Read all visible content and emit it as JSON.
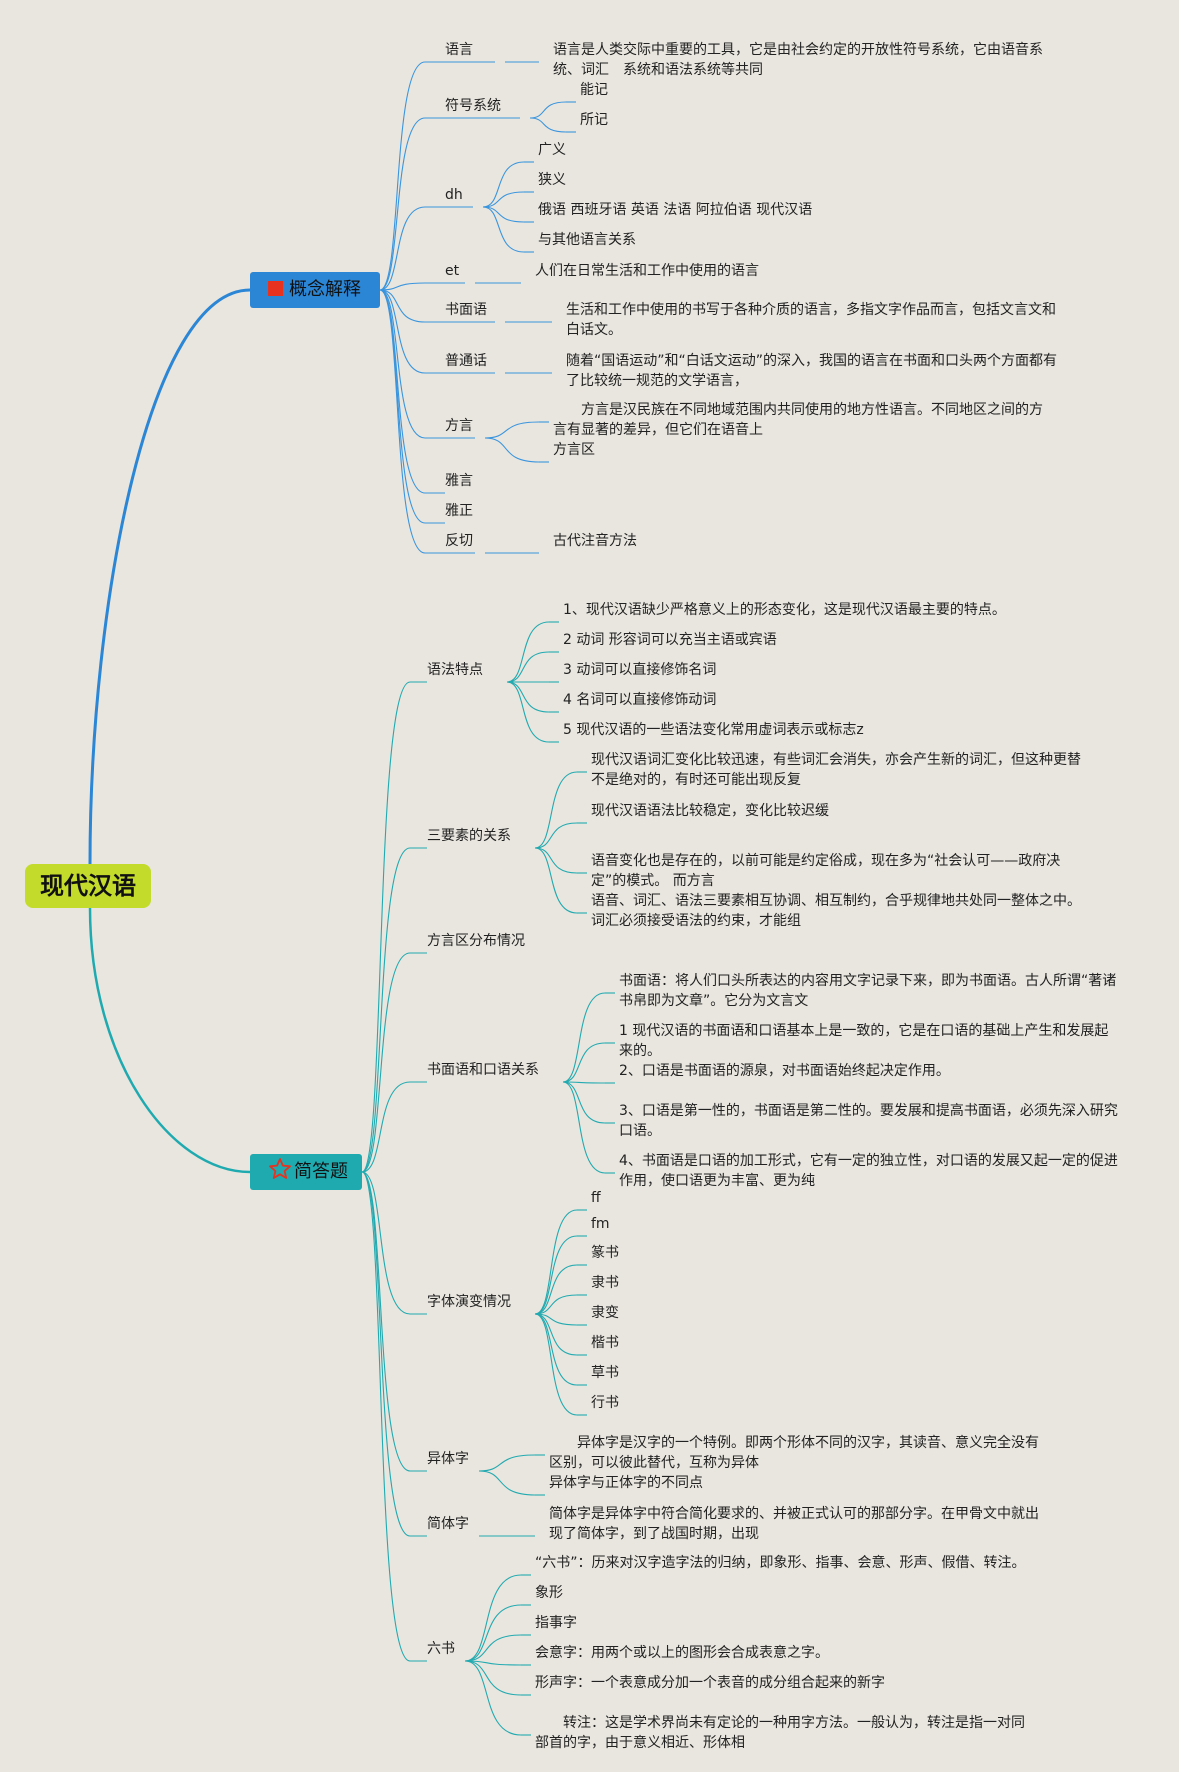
{
  "root": {
    "label": "现代汉语"
  },
  "colors": {
    "branch1": "#2b86d6",
    "branch2": "#1faab0",
    "root": "#c3db2b",
    "background": "#e9e6df"
  },
  "branch1": {
    "label": "概念解释",
    "icon": "red-square-icon",
    "items": [
      {
        "label": "语言",
        "children": [
          "语言是人类交际中重要的工具，它是由社会约定的开放性符号系统，它由语音系统、词汇　系统和语法系统等共同"
        ]
      },
      {
        "label": "符号系统",
        "children": [
          "能记",
          "所记"
        ]
      },
      {
        "label": "dh",
        "children": [
          "广义",
          "狭义",
          "俄语 西班牙语 英语 法语 阿拉伯语 现代汉语",
          "与其他语言关系"
        ]
      },
      {
        "label": "et",
        "children": [
          "人们在日常生活和工作中使用的语言"
        ]
      },
      {
        "label": "书面语",
        "children": [
          "生活和工作中使用的书写于各种介质的语言，多指文字作品而言，包括文言文和白话文。"
        ]
      },
      {
        "label": "普通话",
        "children": [
          "随着“国语运动”和“白话文运动”的深入，我国的语言在书面和口头两个方面都有了比较统一规范的文学语言，"
        ]
      },
      {
        "label": "方言",
        "children": [
          "　　方言是汉民族在不同地域范围内共同使用的地方性语言。不同地区之间的方言有显著的差异，但它们在语音上",
          "方言区"
        ]
      },
      {
        "label": "雅言",
        "children": []
      },
      {
        "label": "雅正",
        "children": []
      },
      {
        "label": "反切",
        "children": [
          "古代注音方法"
        ]
      }
    ]
  },
  "branch2": {
    "label": "简答题",
    "icon": "star-icon",
    "items": [
      {
        "label": "语法特点",
        "children": [
          "1、现代汉语缺少严格意义上的形态变化，这是现代汉语最主要的特点。",
          "2 动词 形容词可以充当主语或宾语",
          "3 动词可以直接修饰名词",
          "4 名词可以直接修饰动词",
          "5 现代汉语的一些语法变化常用虚词表示或标志z"
        ]
      },
      {
        "label": "三要素的关系",
        "children": [
          "现代汉语词汇变化比较迅速，有些词汇会消失，亦会产生新的词汇，但这种更替不是绝对的，有时还可能出现反复",
          "现代汉语语法比较稳定，变化比较迟缓",
          "语音变化也是存在的，以前可能是约定俗成，现在多为“社会认可——政府决定”的模式。 而方言",
          "语音、词汇、语法三要素相互协调、相互制约，合乎规律地共处同一整体之中。词汇必须接受语法的约束，才能组"
        ]
      },
      {
        "label": "方言区分布情况",
        "children": []
      },
      {
        "label": "书面语和口语关系",
        "children": [
          "书面语：将人们口头所表达的内容用文字记录下来，即为书面语。古人所谓“著诸书帛即为文章”。它分为文言文",
          "1 现代汉语的书面语和口语基本上是一致的，它是在口语的基础上产生和发展起来的。",
          "2、口语是书面语的源泉，对书面语始终起决定作用。",
          "3、口语是第一性的，书面语是第二性的。要发展和提高书面语，必须先深入研究口语。",
          "4、书面语是口语的加工形式，它有一定的独立性，对口语的发展又起一定的促进作用，使口语更为丰富、更为纯"
        ]
      },
      {
        "label": "字体演变情况",
        "children": [
          "ff",
          "fm",
          "篆书",
          "隶书",
          "隶变",
          "楷书",
          "草书",
          "行书"
        ]
      },
      {
        "label": "异体字",
        "children": [
          "　　异体字是汉字的一个特例。即两个形体不同的汉字，其读音、意义完全没有区别，可以彼此替代，互称为异体",
          "异体字与正体字的不同点"
        ]
      },
      {
        "label": "简体字",
        "children": [
          "简体字是异体字中符合简化要求的、并被正式认可的那部分字。在甲骨文中就出现了简体字，到了战国时期，出现"
        ]
      },
      {
        "label": "六书",
        "children": [
          "“六书”：历来对汉字造字法的归纳，即象形、指事、会意、形声、假借、转注。",
          "象形",
          "指事字",
          "会意字：用两个或以上的图形会合成表意之字。",
          "形声字：一个表意成分加一个表音的成分组合起来的新字",
          "　　转注：这是学术界尚未有定论的一种用字方法。一般认为，转注是指一对同部首的字，由于意义相近、形体相"
        ]
      }
    ]
  }
}
